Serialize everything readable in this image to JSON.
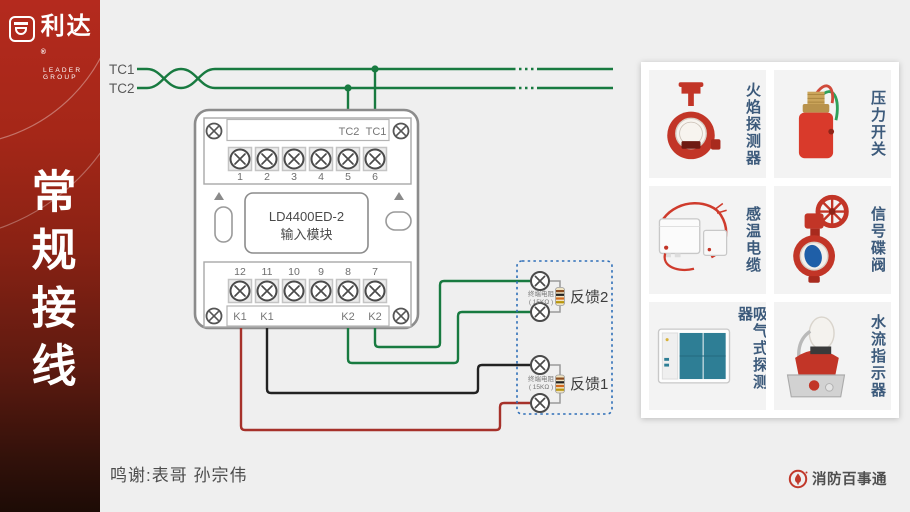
{
  "brand": {
    "name": "利达",
    "reg": "®",
    "sub": "LEADER GROUP"
  },
  "sidebar": {
    "title": "常规接线"
  },
  "diagram": {
    "bus": {
      "tc1": "TC1",
      "tc2": "TC2"
    },
    "module": {
      "model": "LD4400ED-2",
      "type": "输入模块",
      "port_tc2": "TC2",
      "port_tc1": "TC1",
      "top_numbers": [
        "1",
        "2",
        "3",
        "4",
        "5",
        "6"
      ],
      "bottom_numbers": [
        "12",
        "11",
        "10",
        "9",
        "8",
        "7"
      ],
      "k_labels": [
        "K1",
        "K1",
        "K2",
        "K2"
      ]
    },
    "feedback2": {
      "label": "反馈2",
      "res_line1": "终端电阻",
      "res_line2": "( 15KΩ )"
    },
    "feedback1": {
      "label": "反馈1",
      "res_line1": "终端电阻",
      "res_line2": "( 15KΩ )"
    }
  },
  "products": [
    {
      "name": "火焰探测器",
      "icon": "flame-detector"
    },
    {
      "name": "压力开关",
      "icon": "pressure-switch"
    },
    {
      "name": "感温电缆",
      "icon": "heat-sensing-cable"
    },
    {
      "name": "信号碟阀",
      "icon": "signal-butterfly-valve"
    },
    {
      "name": "吸气式探测器",
      "icon": "aspirating-detector"
    },
    {
      "name": "水流指示器",
      "icon": "water-flow-indicator"
    }
  ],
  "footer": {
    "credits": "鸣谢:表哥  孙宗伟"
  },
  "watermark": {
    "text": "消防百事通"
  },
  "colors": {
    "sidebar_red_top": "#b42a1e",
    "sidebar_red_bottom": "#1d0b06",
    "wire_green": "#187a40",
    "wire_red": "#a6312a",
    "wire_black": "#222222",
    "dotted_box_blue": "#2e6fb8",
    "product_label_blue": "#3c5a7b",
    "brand_red": "#c1392b",
    "background": "#efefef"
  }
}
